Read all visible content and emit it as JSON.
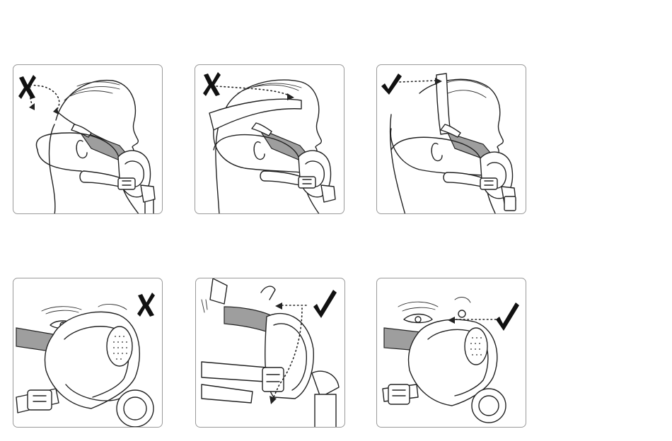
{
  "figure": {
    "panels": [
      {
        "id": "p1",
        "mark": "cross-mark-icon",
        "correct": false,
        "view": "side"
      },
      {
        "id": "p2",
        "mark": "cross-mark-icon",
        "correct": false,
        "view": "side"
      },
      {
        "id": "p3",
        "mark": "check-mark-icon",
        "correct": true,
        "view": "side"
      },
      {
        "id": "p4",
        "mark": "cross-mark-icon",
        "correct": false,
        "view": "front"
      },
      {
        "id": "p5",
        "mark": "check-mark-icon",
        "correct": true,
        "view": "closeup"
      },
      {
        "id": "p6",
        "mark": "check-mark-icon",
        "correct": true,
        "view": "front"
      }
    ],
    "colors": {
      "line": "#222222",
      "strap_grey": "#9e9e9e",
      "border": "#9a9a9a"
    }
  }
}
